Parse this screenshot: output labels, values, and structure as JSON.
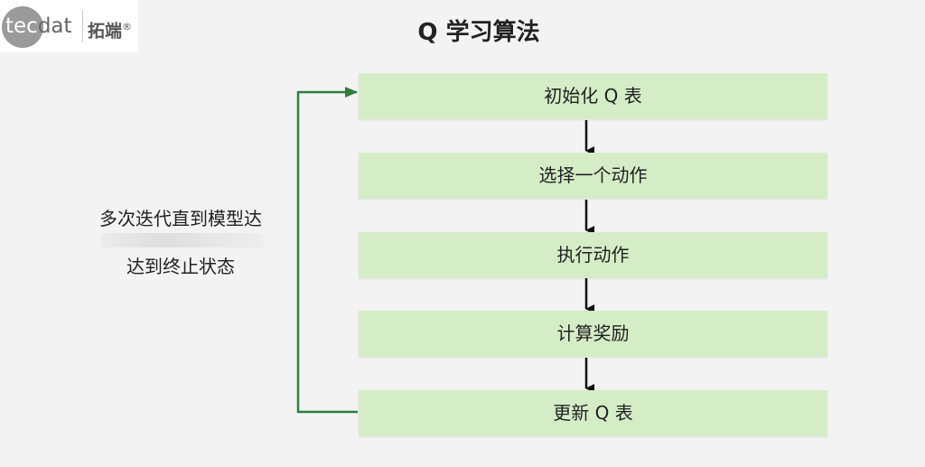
{
  "logo": {
    "text_light": "tec",
    "text_dark": "dat",
    "cn": "拓端",
    "mark": "®"
  },
  "diagram": {
    "title": "Q 学习算法",
    "steps": [
      "初始化 Q 表",
      "选择一个动作",
      "执行动作",
      "计算奖励",
      "更新 Q 表"
    ],
    "loop_label": {
      "line1": "多次迭代直到模型达",
      "line2": "达到终止状态"
    },
    "colors": {
      "step_fill": "#d5edc7",
      "loop_arrow": "#2e7d3e",
      "flow_arrow": "#111111"
    }
  }
}
